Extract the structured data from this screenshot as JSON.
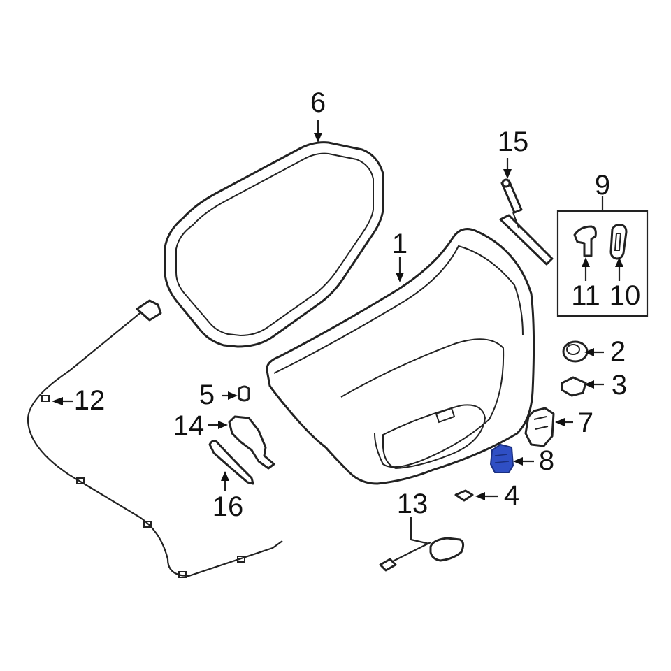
{
  "callouts": {
    "c1": "1",
    "c2": "2",
    "c3": "3",
    "c4": "4",
    "c5": "5",
    "c6": "6",
    "c7": "7",
    "c8": "8",
    "c9": "9",
    "c10": "10",
    "c11": "11",
    "c12": "12",
    "c13": "13",
    "c14": "14",
    "c15": "15",
    "c16": "16"
  },
  "colors": {
    "highlight": "#2f4fc4",
    "line": "#222222"
  }
}
